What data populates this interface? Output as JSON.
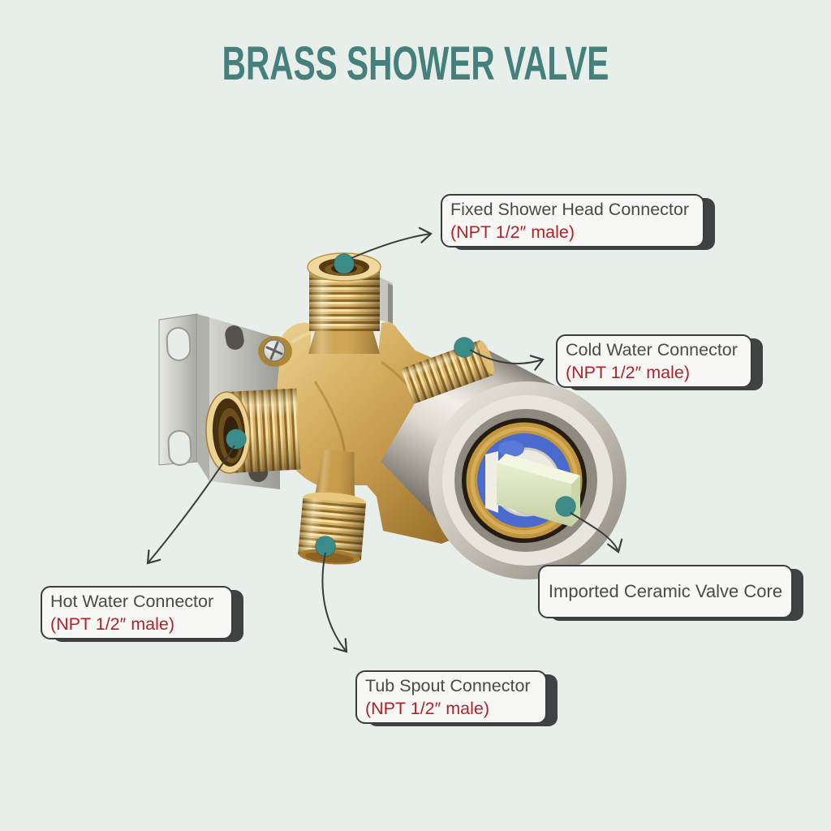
{
  "title": "BRASS SHOWER VALVE",
  "annotations": [
    {
      "id": "fixed-shower-head",
      "title": "Fixed Shower Head Connector",
      "spec": "(NPT 1/2″ male)"
    },
    {
      "id": "cold-water",
      "title": "Cold Water Connector",
      "spec": "(NPT 1/2″ male)"
    },
    {
      "id": "hot-water",
      "title": "Hot Water Connector",
      "spec": "(NPT 1/2″ male)"
    },
    {
      "id": "ceramic-core",
      "title": "Imported Ceramic Valve Core",
      "spec": ""
    },
    {
      "id": "tub-spout",
      "title": "Tub Spout Connector",
      "spec": "(NPT 1/2″ male)"
    }
  ],
  "colors": {
    "background": "#e8efeb",
    "title_teal": "#45807d",
    "label_text_gray": "#4a4a4a",
    "label_spec_red": "#b0222a",
    "label_tab_dark": "#3f4142",
    "callout_dot_teal": "#3b8c89",
    "brass": "#c79c4c",
    "nickel": "#c6c2b7",
    "cartridge_blue": "#4a6ace",
    "cartridge_stem_green": "#dde6c4"
  }
}
